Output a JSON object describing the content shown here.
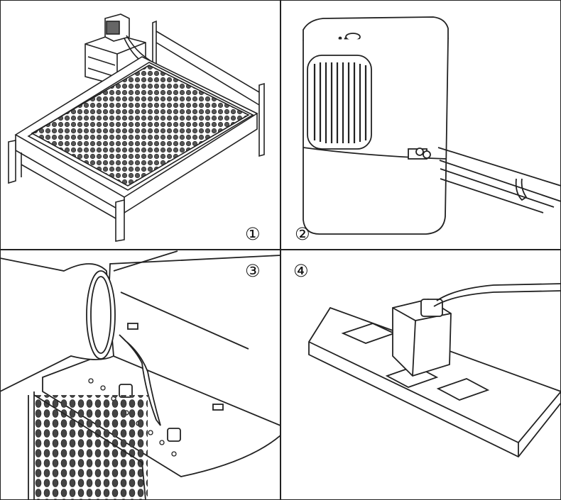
{
  "steps": [
    {
      "label": "①",
      "scene": "bed-with-mat-and-unit-icon"
    },
    {
      "label": "②",
      "scene": "water-unit-with-hoses-icon"
    },
    {
      "label": "③",
      "scene": "pouring-water-into-tank-icon"
    },
    {
      "label": "④",
      "scene": "plug-into-power-strip-icon"
    }
  ],
  "colors": {
    "line": "#222222",
    "background": "#ffffff"
  }
}
